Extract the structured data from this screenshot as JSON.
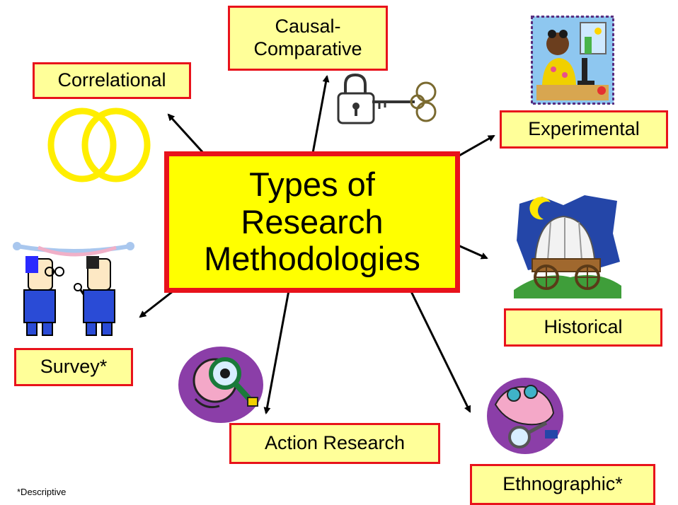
{
  "center": {
    "title": "Types of\nResearch\nMethodologies"
  },
  "methods": {
    "correlational": "Correlational",
    "causal_comparative": "Causal-\nComparative",
    "experimental": "Experimental",
    "historical": "Historical",
    "survey": "Survey*",
    "action_research": "Action Research",
    "ethnographic": "Ethnographic*"
  },
  "footnote": "*Descriptive",
  "colors": {
    "box_border": "#e8121b",
    "box_fill": "#ffff99",
    "center_fill": "#ffff00",
    "arrow": "#000000"
  },
  "icons": [
    "interlocking-rings-icon",
    "lock-and-key-icon",
    "scientist-microscope-icon",
    "covered-wagon-icon",
    "interview-people-icon",
    "magnifier-investigator-icon",
    "observer-magnifier-icon"
  ]
}
